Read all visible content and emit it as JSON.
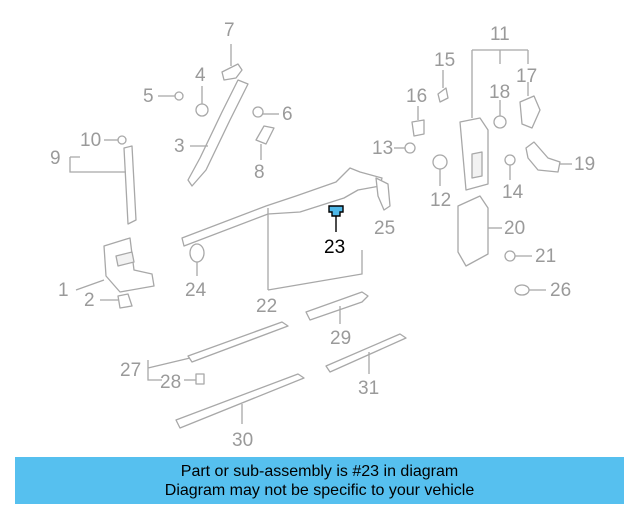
{
  "diagram": {
    "callouts": {
      "c1": "1",
      "c2": "2",
      "c3": "3",
      "c4": "4",
      "c5": "5",
      "c6": "6",
      "c7": "7",
      "c8": "8",
      "c9": "9",
      "c10": "10",
      "c11": "11",
      "c12": "12",
      "c13": "13",
      "c14": "14",
      "c15": "15",
      "c16": "16",
      "c17": "17",
      "c18": "18",
      "c19": "19",
      "c20": "20",
      "c21": "21",
      "c22": "22",
      "c23": "23",
      "c24": "24",
      "c25": "25",
      "c26": "26",
      "c27": "27",
      "c28": "28",
      "c29": "29",
      "c30": "30",
      "c31": "31"
    },
    "highlight_color": "#4fb8e8"
  },
  "banner": {
    "line1": "Part or sub-assembly is #23 in diagram",
    "line2": "Diagram may not be specific to your vehicle",
    "background": "#56c0ef"
  }
}
